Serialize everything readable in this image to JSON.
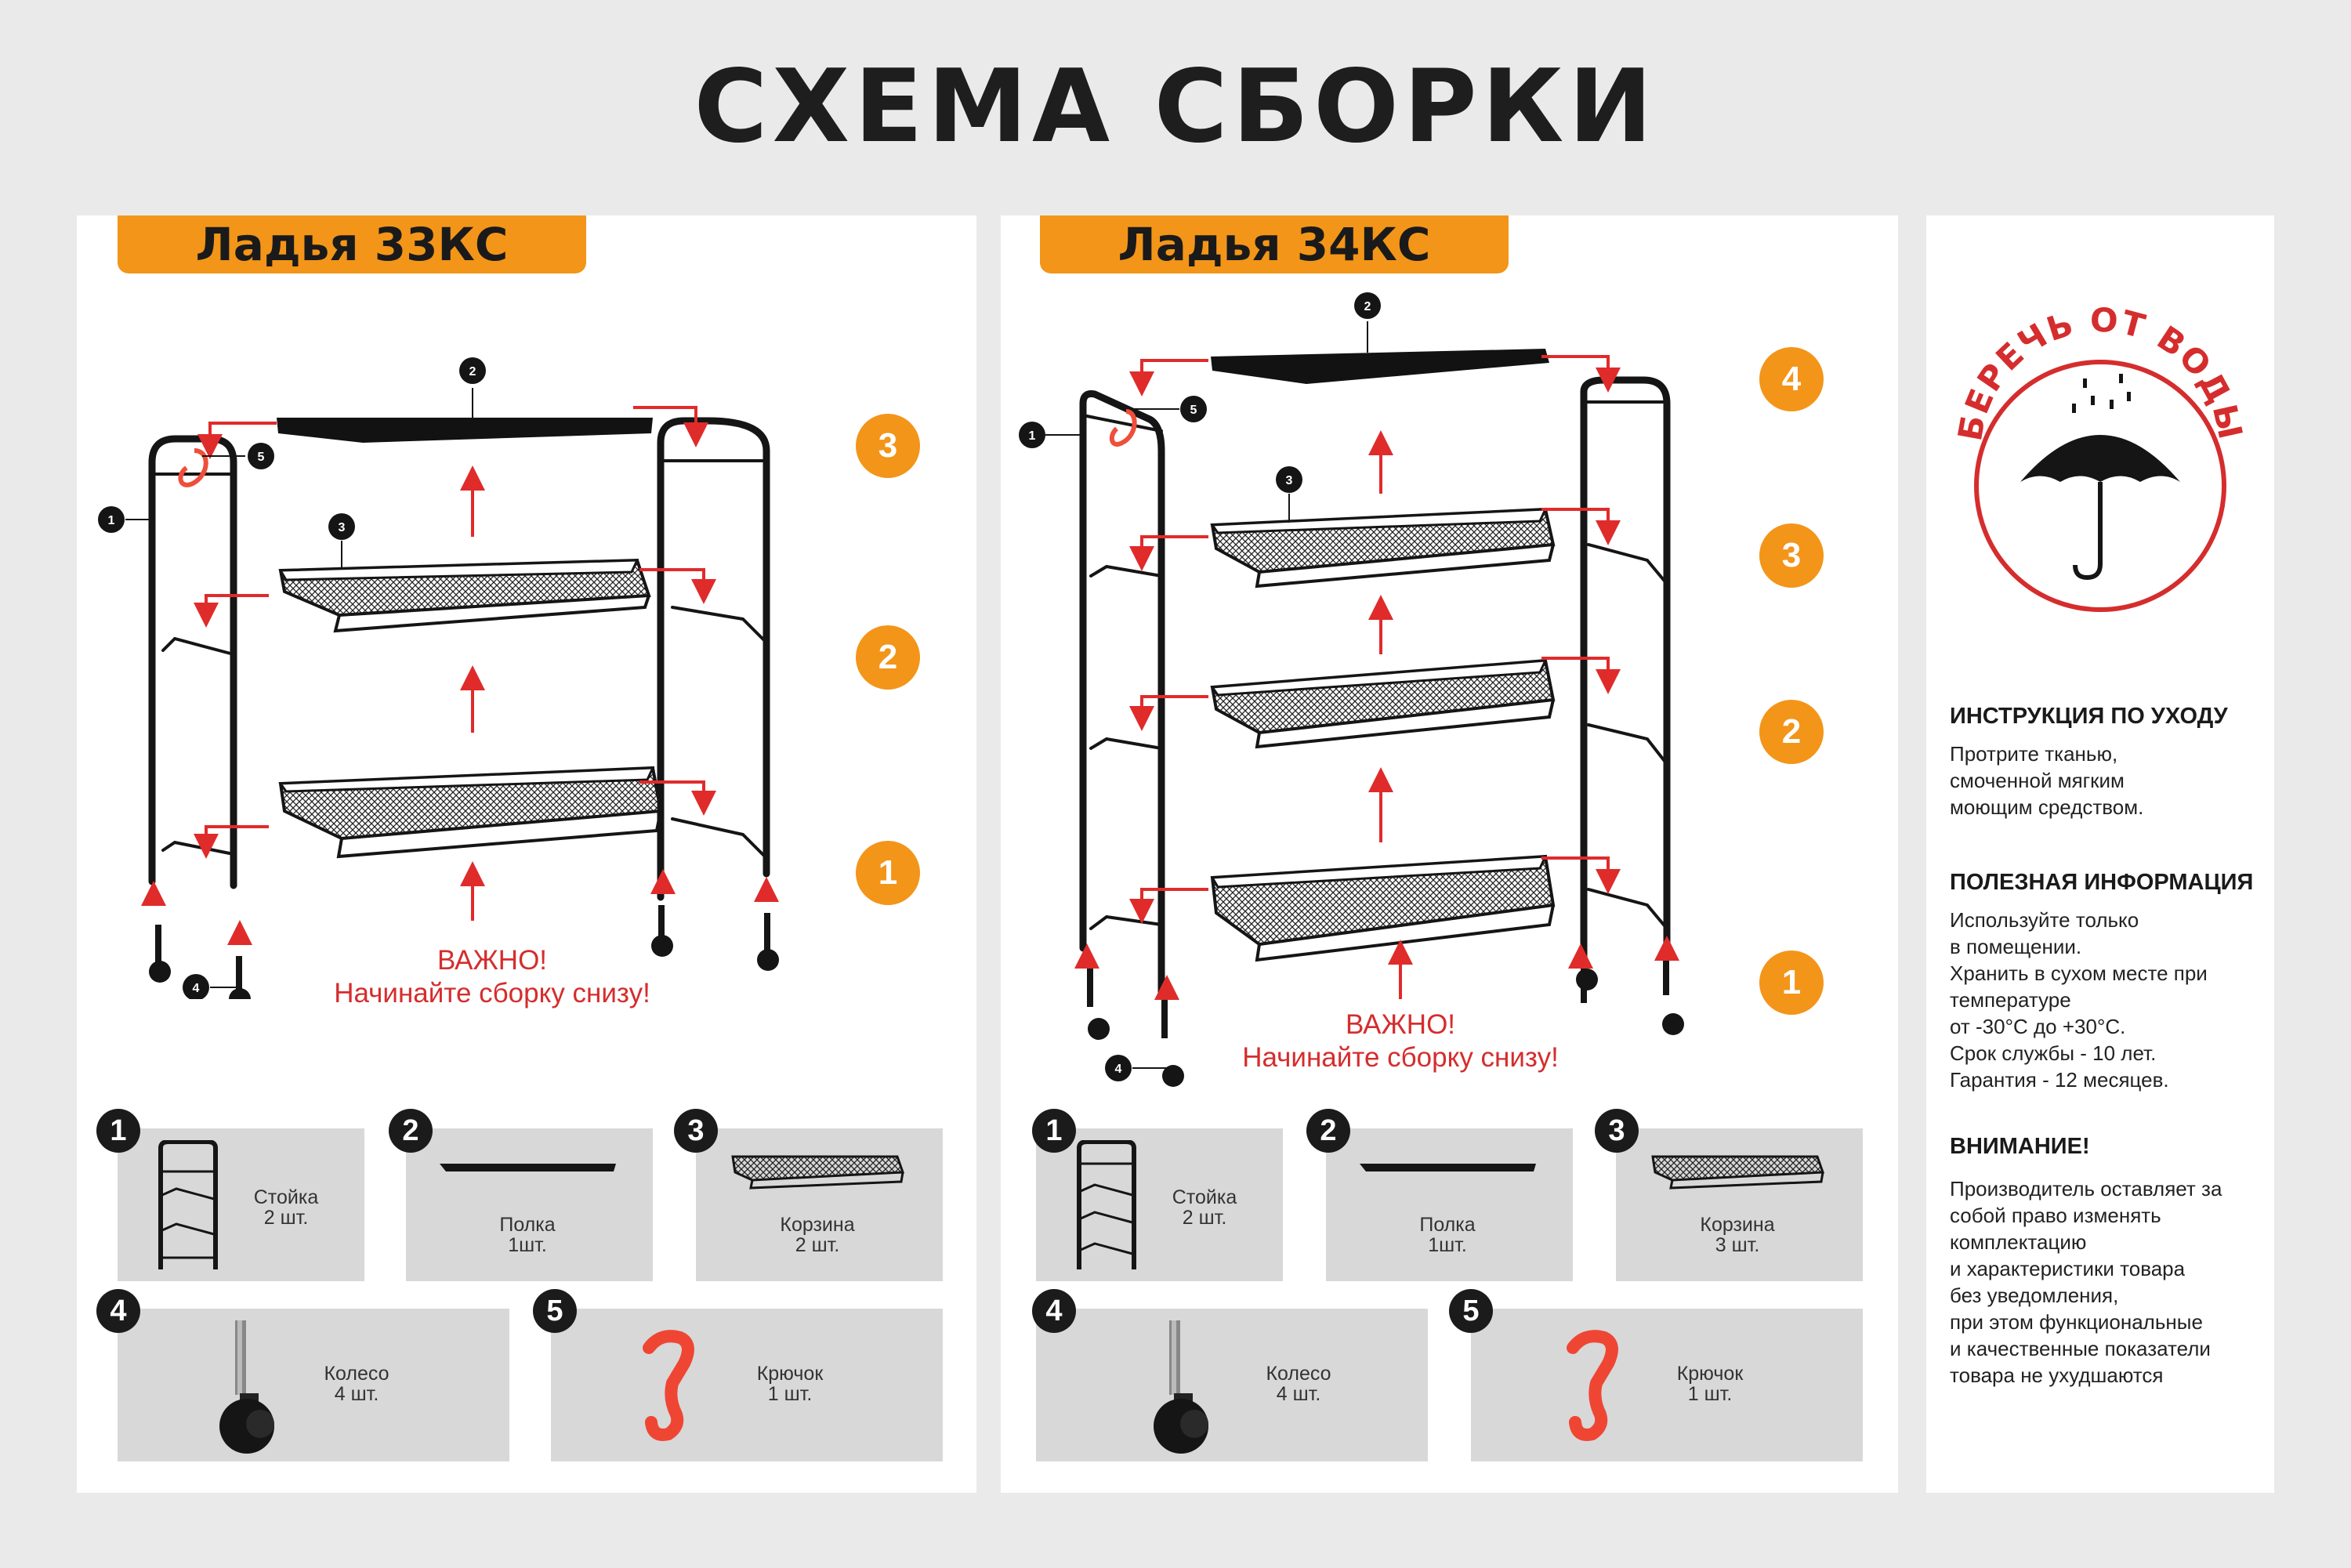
{
  "title": "СХЕМА СБОРКИ",
  "colors": {
    "accent": "#f39519",
    "warning": "#d52d2d",
    "frame": "#151515"
  },
  "models": [
    {
      "name": "Ладья 33КС",
      "step_numbers": [
        "3",
        "2",
        "1"
      ],
      "warning": [
        "ВАЖНО!",
        "Начинайте сборку снизу!"
      ],
      "parts": [
        {
          "num": "1",
          "name": "Стойка",
          "qty": "2 шт."
        },
        {
          "num": "2",
          "name": "Полка",
          "qty": "1шт."
        },
        {
          "num": "3",
          "name": "Корзина",
          "qty": "2 шт."
        },
        {
          "num": "4",
          "name": "Колесо",
          "qty": "4 шт."
        },
        {
          "num": "5",
          "name": "Крючок",
          "qty": "1 шт."
        }
      ],
      "callouts": [
        "1",
        "2",
        "3",
        "4",
        "5"
      ]
    },
    {
      "name": "Ладья 34КС",
      "step_numbers": [
        "4",
        "3",
        "2",
        "1"
      ],
      "warning": [
        "ВАЖНО!",
        "Начинайте сборку снизу!"
      ],
      "parts": [
        {
          "num": "1",
          "name": "Стойка",
          "qty": "2 шт."
        },
        {
          "num": "2",
          "name": "Полка",
          "qty": "1шт."
        },
        {
          "num": "3",
          "name": "Корзина",
          "qty": "3 шт."
        },
        {
          "num": "4",
          "name": "Колесо",
          "qty": "4 шт."
        },
        {
          "num": "5",
          "name": "Крючок",
          "qty": "1 шт."
        }
      ],
      "callouts": [
        "1",
        "2",
        "3",
        "4",
        "5"
      ]
    }
  ],
  "side": {
    "badge_text": "БЕРЕЧЬ ОТ ВОДЫ",
    "badge_icon": "umbrella-rain-icon",
    "care": {
      "heading": "ИНСТРУКЦИЯ ПО УХОДУ",
      "lines": [
        "Протрите тканью,",
        "смоченной мягким",
        "моющим средством."
      ]
    },
    "info": {
      "heading": "ПОЛЕЗНАЯ ИНФОРМАЦИЯ",
      "lines": [
        "Используйте только",
        "в помещении.",
        "Хранить в сухом месте при",
        "температуре",
        "от -30°С до +30°С.",
        "Срок службы - 10 лет.",
        "Гарантия - 12 месяцев."
      ]
    },
    "attention": {
      "heading": "ВНИМАНИЕ!",
      "lines": [
        "Производитель оставляет за",
        "собой право изменять",
        "комплектацию",
        "и характеристики товара",
        "без уведомления,",
        "при этом функциональные",
        "и качественные показатели",
        "товара не ухудшаются"
      ]
    }
  }
}
